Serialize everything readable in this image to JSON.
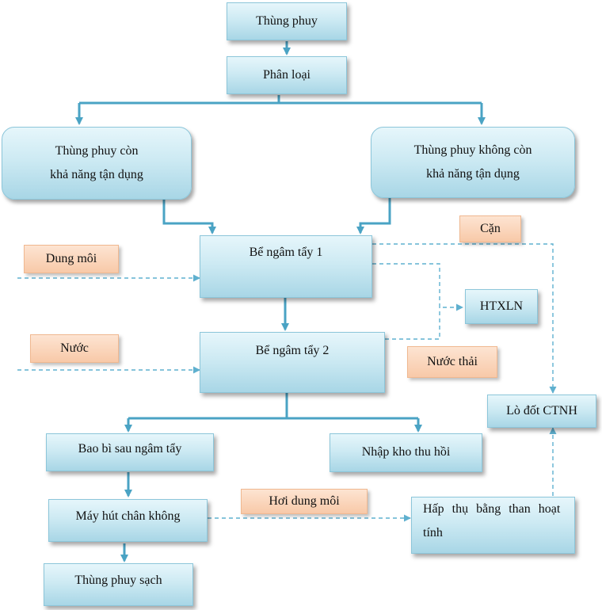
{
  "nodes": {
    "thung_phuy": "Thùng phuy",
    "phan_loai": "Phân loại",
    "con_tan_dung": [
      "Thùng phuy còn",
      "khả năng tận dụng"
    ],
    "khong_con_tan_dung": [
      "Thùng phuy không còn",
      "khả năng tận dụng"
    ],
    "be_ngam_1": "Bể ngâm tẩy 1",
    "be_ngam_2": "Bể ngâm tẩy 2",
    "htxln": "HTXLN",
    "lo_dot": "Lò đốt CTNH",
    "bao_bi": "Bao bì sau ngâm tẩy",
    "nhap_kho": "Nhập kho thu hồi",
    "may_hut": "Máy hút chân không",
    "hap_thu": [
      "Hấp thụ bằng than hoạt",
      "tính"
    ],
    "thung_sach": "Thùng phuy sạch"
  },
  "tags": {
    "can": "Cặn",
    "dung_moi": "Dung môi",
    "nuoc": "Nước",
    "nuoc_thai": "Nước thải",
    "hoi_dung_moi": "Hơi dung môi"
  },
  "colors": {
    "arrow": "#4aa3c4",
    "dashed": "#5fb0cf",
    "box_fill": "#cdeaf3",
    "tag_fill": "#f8c9a8"
  }
}
